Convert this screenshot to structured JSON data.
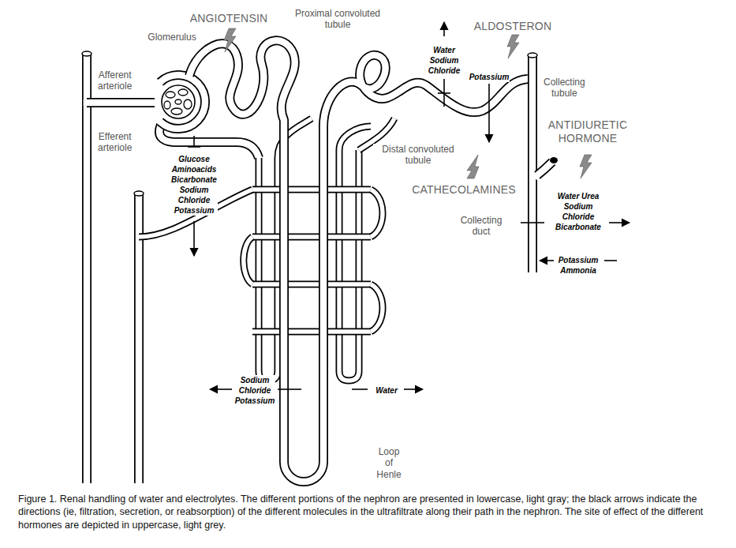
{
  "diagram": {
    "caption": "Figure 1. Renal handling of water and electrolytes. The different portions of the nephron are presented in lowercase, light gray; the black arrows indicate the directions (ie, filtration, secretion, or reabsorption) of the different molecules in the ultrafiltrate along their path in the nephron. The site of effect of the different hormones are depicted in uppercase, light grey.",
    "labels": [
      "ANGIOTENSIN",
      "Glomerulus",
      "Proximal convoluted tubule",
      "Water Sodium Chloride",
      "ALDOSTERON",
      "Potassium",
      "Afferent arteriole",
      "Collecting tubule",
      "Efferent arteriole",
      "ANTIDIURETIC HORMONE",
      "Glucose Aminoacids Bicarbonate Sodium Chloride Potassium",
      "Distal convoluted tubule",
      "CATHECOLAMINES",
      "Collecting duct",
      "Water Urea Sodium Chloride Bicarbonate",
      "Potassium Ammonia",
      "Sodium Chloride Potassium",
      "Water",
      "Loop of Henle"
    ]
  }
}
